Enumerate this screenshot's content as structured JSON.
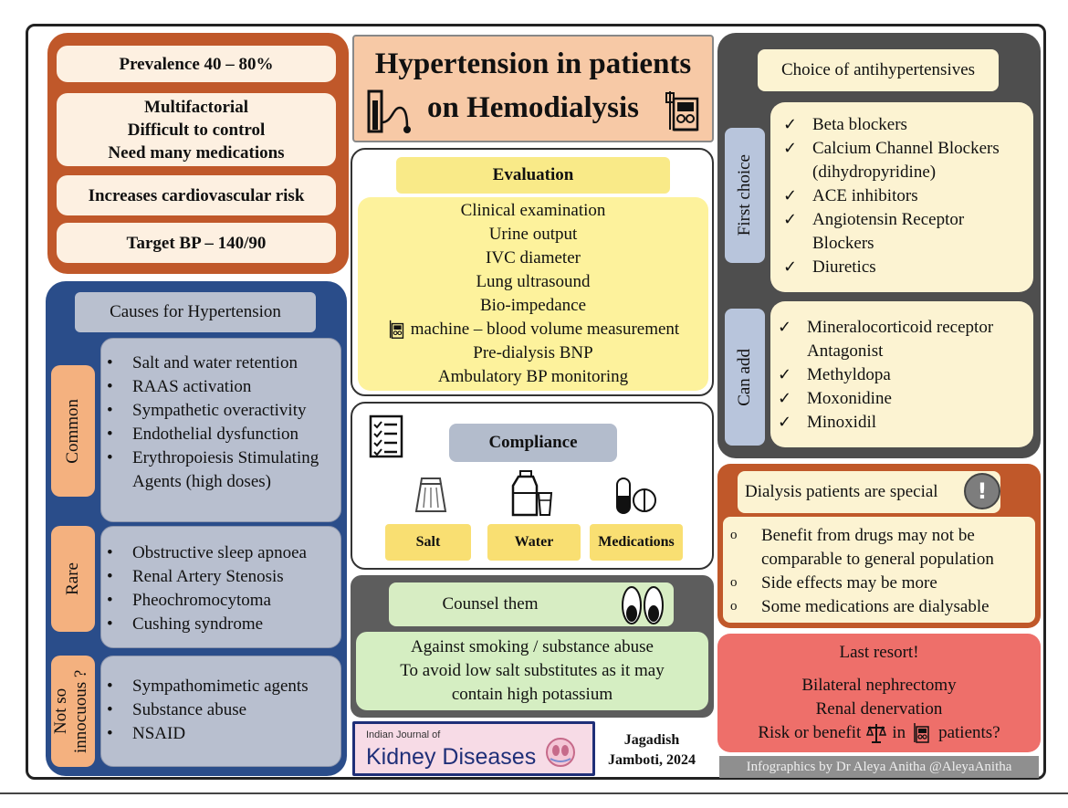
{
  "stats": {
    "prevalence": "Prevalence 40 – 80%",
    "multi": [
      "Multifactorial",
      "Difficult to control",
      "Need many medications"
    ],
    "risk": "Increases cardiovascular risk",
    "target": "Target BP – 140/90"
  },
  "title": {
    "line1": "Hypertension in patients",
    "line2": "on Hemodialysis"
  },
  "causes": {
    "heading": "Causes for Hypertension",
    "common": {
      "label": "Common",
      "items": [
        "Salt and water retention",
        "RAAS activation",
        "Sympathetic overactivity",
        "Endothelial dysfunction",
        "Erythropoiesis Stimulating Agents (high doses)"
      ]
    },
    "rare": {
      "label": "Rare",
      "items": [
        "Obstructive sleep apnoea",
        "Renal Artery Stenosis",
        "Pheochromocytoma",
        "Cushing syndrome"
      ]
    },
    "innocuous": {
      "label": "Not so innocuous ?",
      "items": [
        "Sympathomimetic agents",
        "Substance abuse",
        "NSAID"
      ]
    }
  },
  "evaluation": {
    "heading": "Evaluation",
    "items": [
      "Clinical examination",
      "Urine output",
      "IVC diameter",
      "Lung ultrasound",
      "Bio-impedance",
      "machine – blood volume measurement",
      "Pre-dialysis BNP",
      "Ambulatory BP monitoring"
    ]
  },
  "compliance": {
    "heading": "Compliance",
    "salt": "Salt",
    "water": "Water",
    "medications": "Medications"
  },
  "counsel": {
    "heading": "Counsel them",
    "lines": [
      "Against smoking / substance abuse",
      "To avoid low salt substitutes as it may",
      "contain high potassium"
    ]
  },
  "journal": {
    "small": "Indian Journal of",
    "big": "Kidney Diseases"
  },
  "author": {
    "line1": "Jagadish",
    "line2": "Jamboti, 2024"
  },
  "antihypertensives": {
    "heading": "Choice of antihypertensives",
    "first_label": "First choice",
    "first_items": [
      "Beta blockers",
      "Calcium Channel Blockers (dihydropyridine)",
      "ACE inhibitors",
      "Angiotensin Receptor Blockers",
      "Diuretics"
    ],
    "add_label": "Can add",
    "add_items": [
      "Mineralocorticoid receptor Antagonist",
      "Methyldopa",
      "Moxonidine",
      "Minoxidil"
    ]
  },
  "special": {
    "heading": "Dialysis patients are special",
    "badge": "!",
    "items": [
      "Benefit from drugs may not be comparable to general population",
      "Side effects may be more",
      "Some medications are dialysable"
    ]
  },
  "last_resort": {
    "heading": "Last resort!",
    "line1": "Bilateral nephrectomy",
    "line2": "Renal denervation",
    "risk_prefix": "Risk or benefit",
    "risk_mid": "in",
    "risk_suffix": "patients?"
  },
  "credit": "Infographics by Dr Aleya Anitha @AleyaAnitha",
  "colors": {
    "orange_panel": "#c0582a",
    "blue_panel": "#2a4d8a",
    "dark_panel": "#4e4e4e",
    "yellow": "#fdf29c",
    "green": "#d5eec2",
    "red": "#ee6f6a",
    "cream": "#fcf3d2"
  },
  "icons": [
    "sphygmomanometer-icon",
    "dialysis-machine-icon",
    "checklist-icon",
    "salt-shaker-icon",
    "water-bottle-icon",
    "pill-icon",
    "eyes-icon",
    "exclamation-icon",
    "balance-scale-icon"
  ]
}
